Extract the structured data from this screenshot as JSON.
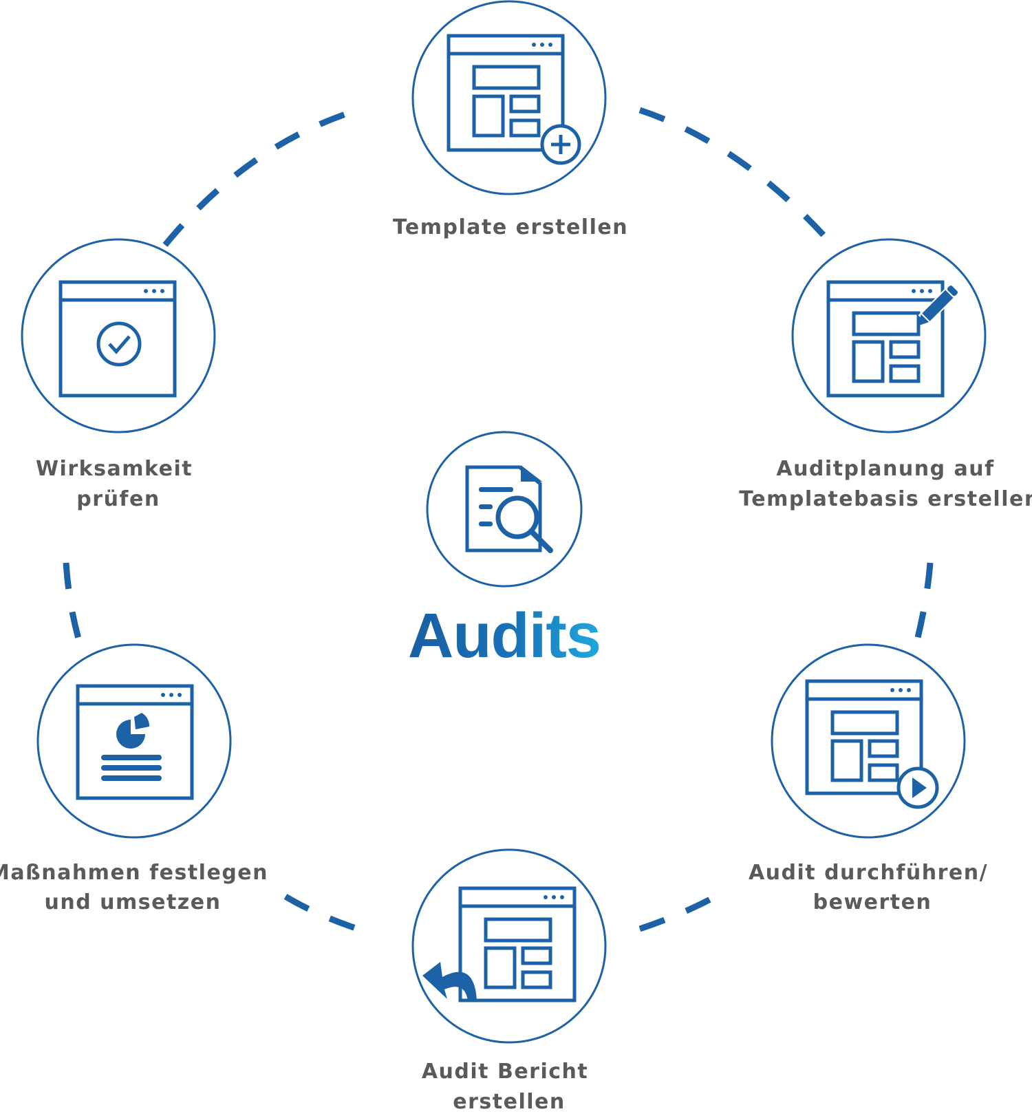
{
  "diagram": {
    "center": {
      "title": "Audits",
      "icon": "document-search-icon"
    },
    "steps": [
      {
        "label_lines": [
          "Template erstellen"
        ],
        "icon": "template-add-icon"
      },
      {
        "label_lines": [
          "Auditplanung auf",
          "Templatebasis erstellen"
        ],
        "icon": "template-edit-icon"
      },
      {
        "label_lines": [
          "Audit  durchführen/",
          "bewerten"
        ],
        "icon": "template-play-icon"
      },
      {
        "label_lines": [
          "Audit Bericht",
          "erstellen"
        ],
        "icon": "template-share-icon"
      },
      {
        "label_lines": [
          "Maßnahmen festlegen",
          "und umsetzen"
        ],
        "icon": "report-chart-icon"
      },
      {
        "label_lines": [
          "Wirksamkeit",
          "prüfen"
        ],
        "icon": "window-check-icon"
      }
    ]
  },
  "colors": {
    "primary": "#1d62a6",
    "gradient_end": "#1fa9dd",
    "label_text": "#5a5a5a"
  }
}
